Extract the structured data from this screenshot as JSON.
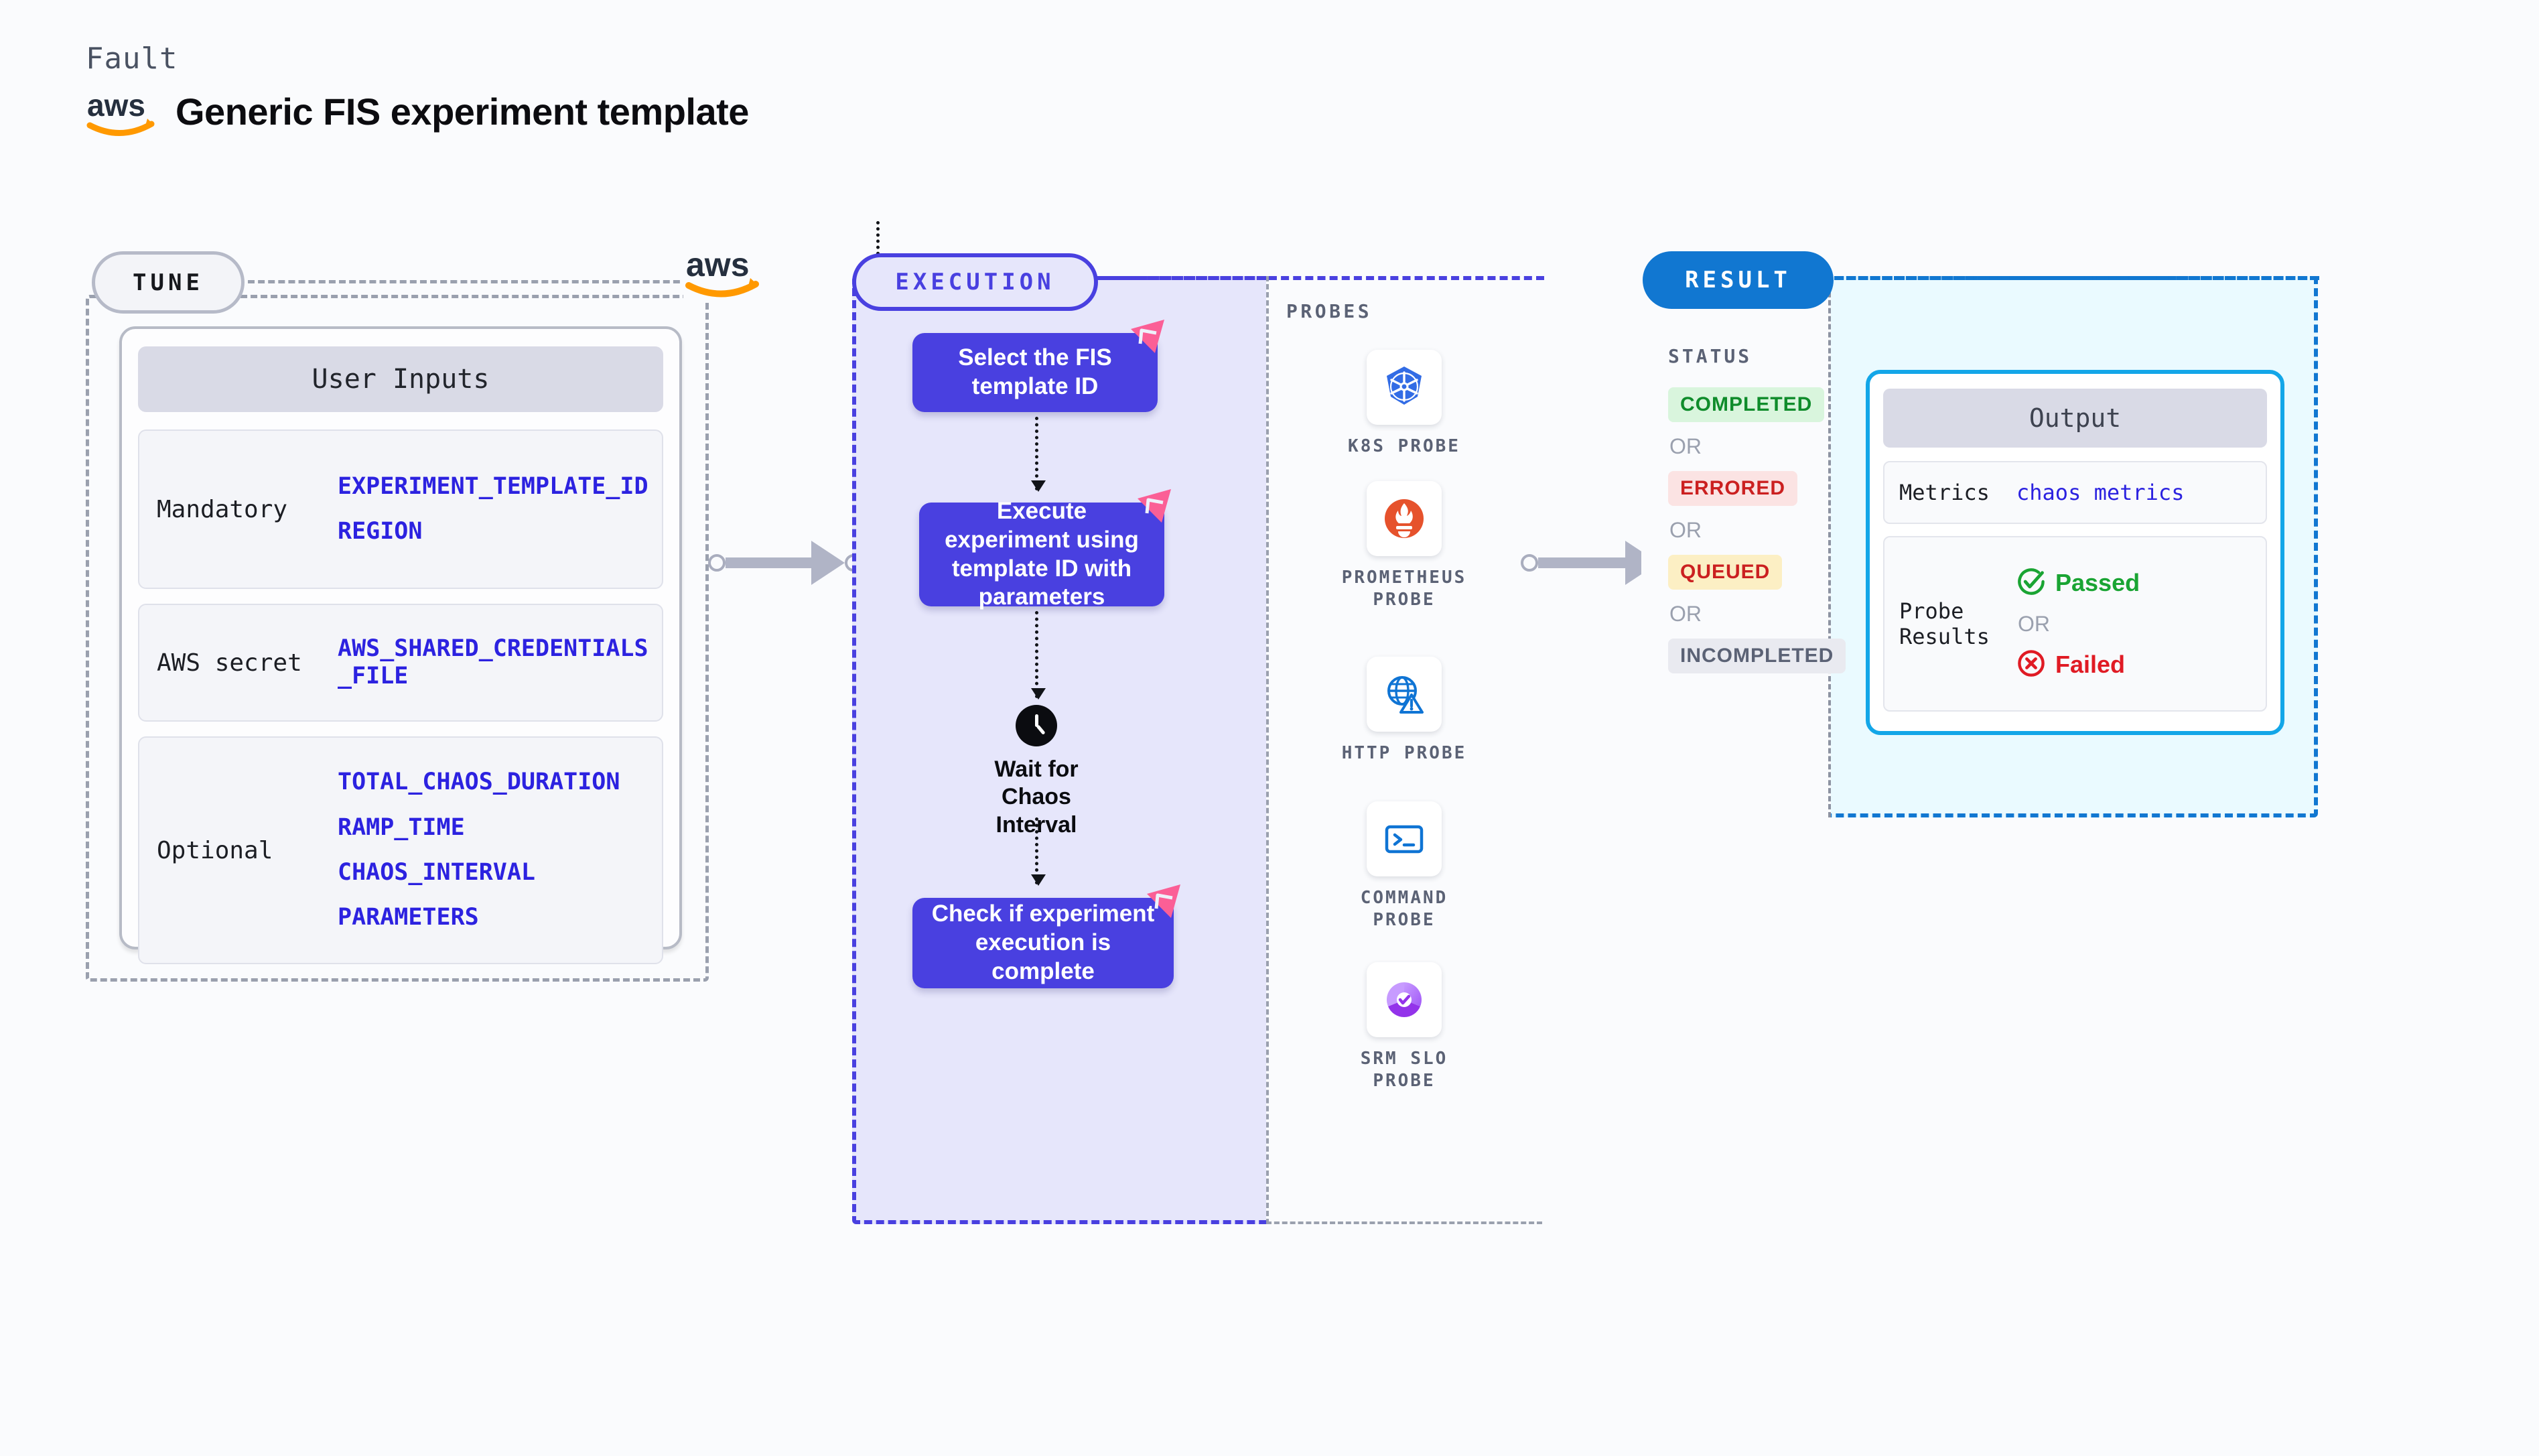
{
  "header": {
    "eyebrow": "Fault",
    "logo": "aws-logo",
    "title": "Generic FIS experiment template"
  },
  "colors": {
    "tune_border": "#9aa0ae",
    "execution_accent": "#4940e0",
    "result_accent": "#1177d1",
    "output_border": "#13a6e8",
    "variable_text": "#2c22e0",
    "litmus_pink": "#fb5f96"
  },
  "tune": {
    "pill_label": "TUNE",
    "aws_logo": "aws-logo",
    "card_title": "User Inputs",
    "groups": [
      {
        "label": "Mandatory",
        "vars": [
          "EXPERIMENT_TEMPLATE_ID",
          "REGION"
        ]
      },
      {
        "label": "AWS secret",
        "vars": [
          "AWS_SHARED_CREDENTIALS\n_FILE"
        ]
      },
      {
        "label": "Optional",
        "vars": [
          "TOTAL_CHAOS_DURATION",
          "RAMP_TIME",
          "CHAOS_INTERVAL",
          "PARAMETERS"
        ]
      }
    ]
  },
  "execution": {
    "pill_label": "EXECUTION",
    "nodes": [
      {
        "text": "Select the FIS template ID",
        "badge": "litmus-flag-icon"
      },
      {
        "text": "Execute experiment using template ID with parameters",
        "badge": "litmus-flag-icon"
      },
      {
        "text": "Check if experiment execution is complete",
        "badge": "litmus-flag-icon"
      }
    ],
    "wait_node": {
      "icon": "clock-icon",
      "text": "Wait for Chaos Interval"
    }
  },
  "probes": {
    "heading": "PROBES",
    "items": [
      {
        "name": "K8S PROBE",
        "icon": "kubernetes-icon"
      },
      {
        "name": "PROMETHEUS\nPROBE",
        "icon": "prometheus-icon"
      },
      {
        "name": "HTTP PROBE",
        "icon": "http-globe-warning-icon"
      },
      {
        "name": "COMMAND\nPROBE",
        "icon": "terminal-icon"
      },
      {
        "name": "SRM SLO\nPROBE",
        "icon": "srm-slo-donut-icon"
      }
    ]
  },
  "result": {
    "pill_label": "RESULT",
    "status_heading": "STATUS",
    "or_label": "OR",
    "statuses": [
      {
        "label": "COMPLETED",
        "bg": "#d9f5dd",
        "fg": "#0f8c2b"
      },
      {
        "label": "ERRORED",
        "bg": "#fbe3e3",
        "fg": "#cb2020"
      },
      {
        "label": "QUEUED",
        "bg": "#fcefc4",
        "fg": "#cb2020"
      },
      {
        "label": "INCOMPLETED",
        "bg": "#e9eaf0",
        "fg": "#5b6275"
      }
    ],
    "output": {
      "title": "Output",
      "metrics_label": "Metrics",
      "metrics_value": "chaos metrics",
      "probe_results_label": "Probe\nResults",
      "passed_label": "Passed",
      "passed_icon": "check-circle-icon",
      "failed_label": "Failed",
      "failed_icon": "x-circle-icon",
      "or_label": "OR"
    }
  },
  "connectors": [
    {
      "name": "tune-to-execution"
    },
    {
      "name": "execution-to-result"
    }
  ]
}
